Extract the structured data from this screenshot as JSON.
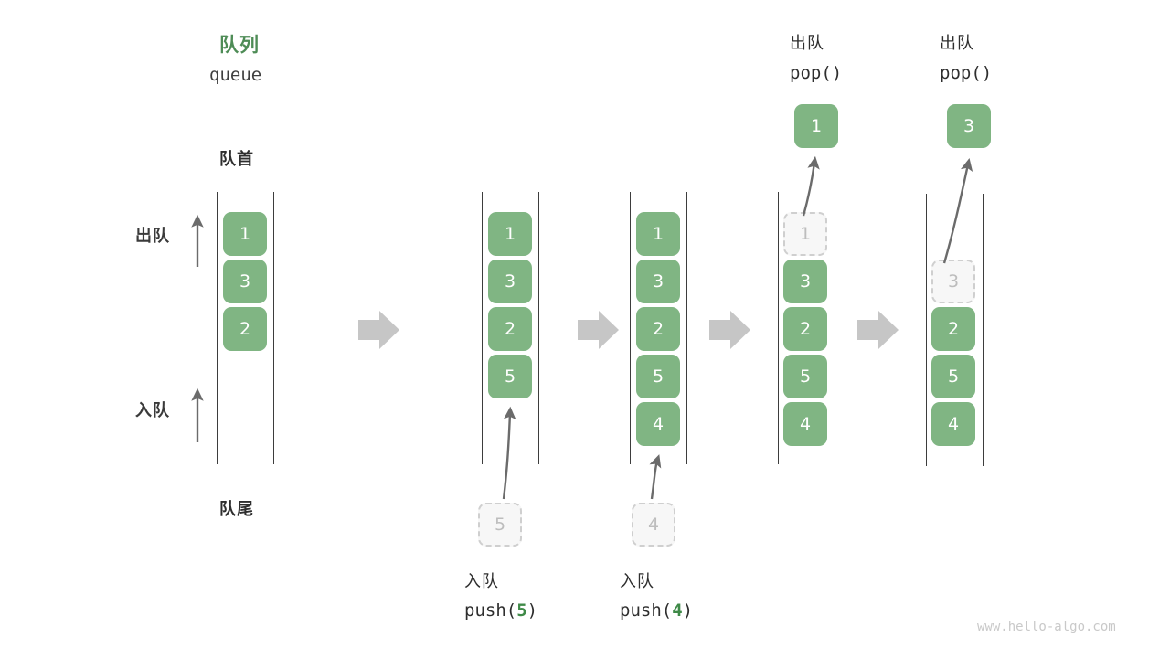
{
  "diagram": {
    "title_cn": "队列",
    "title_en": "queue",
    "head_label": "队首",
    "tail_label": "队尾",
    "side_labels": {
      "dequeue": "出队",
      "enqueue": "入队"
    },
    "watermark": "www.hello-algo.com",
    "colors": {
      "element": "#80b583",
      "element_text": "#ffffff",
      "ghost_fill": "#f7f7f7",
      "ghost_border": "#cfcfcf",
      "ghost_text": "#bdbdbd",
      "accent_green": "#4e8c56",
      "rail": "#3d3d3d",
      "arrow": "#6b6b6b",
      "flow_arrow": "#c6c6c6",
      "watermark": "#c9c9c9"
    },
    "icons": {
      "flow": "right-block-arrow-icon",
      "up": "up-arrow-icon",
      "curve": "curved-arrow-icon"
    },
    "steps": [
      {
        "id": "initial",
        "header_cn": "",
        "header_en": "",
        "cells": [
          "1",
          "3",
          "2"
        ],
        "ghost_index": -1,
        "popped": null,
        "pushed": null,
        "footer_cn": "",
        "footer_en": ""
      },
      {
        "id": "push5",
        "header_cn": "",
        "header_en": "",
        "cells": [
          "1",
          "3",
          "2",
          "5"
        ],
        "ghost_index": -1,
        "popped": null,
        "pushed": "5",
        "footer_cn": "入队",
        "footer_en_pre": "push(",
        "footer_en_num": "5",
        "footer_en_post": ")"
      },
      {
        "id": "push4",
        "header_cn": "",
        "header_en": "",
        "cells": [
          "1",
          "3",
          "2",
          "5",
          "4"
        ],
        "ghost_index": -1,
        "popped": null,
        "pushed": "4",
        "footer_cn": "入队",
        "footer_en_pre": "push(",
        "footer_en_num": "4",
        "footer_en_post": ")"
      },
      {
        "id": "pop1",
        "header_cn": "出队",
        "header_en": "pop()",
        "cells": [
          "1",
          "3",
          "2",
          "5",
          "4"
        ],
        "ghost_index": 0,
        "popped": "1",
        "pushed": null,
        "footer_cn": "",
        "footer_en": ""
      },
      {
        "id": "pop3",
        "header_cn": "出队",
        "header_en": "pop()",
        "cells": [
          "3",
          "2",
          "5",
          "4"
        ],
        "ghost_index": 0,
        "popped": "3",
        "pushed": null,
        "footer_cn": "",
        "footer_en": ""
      }
    ]
  }
}
